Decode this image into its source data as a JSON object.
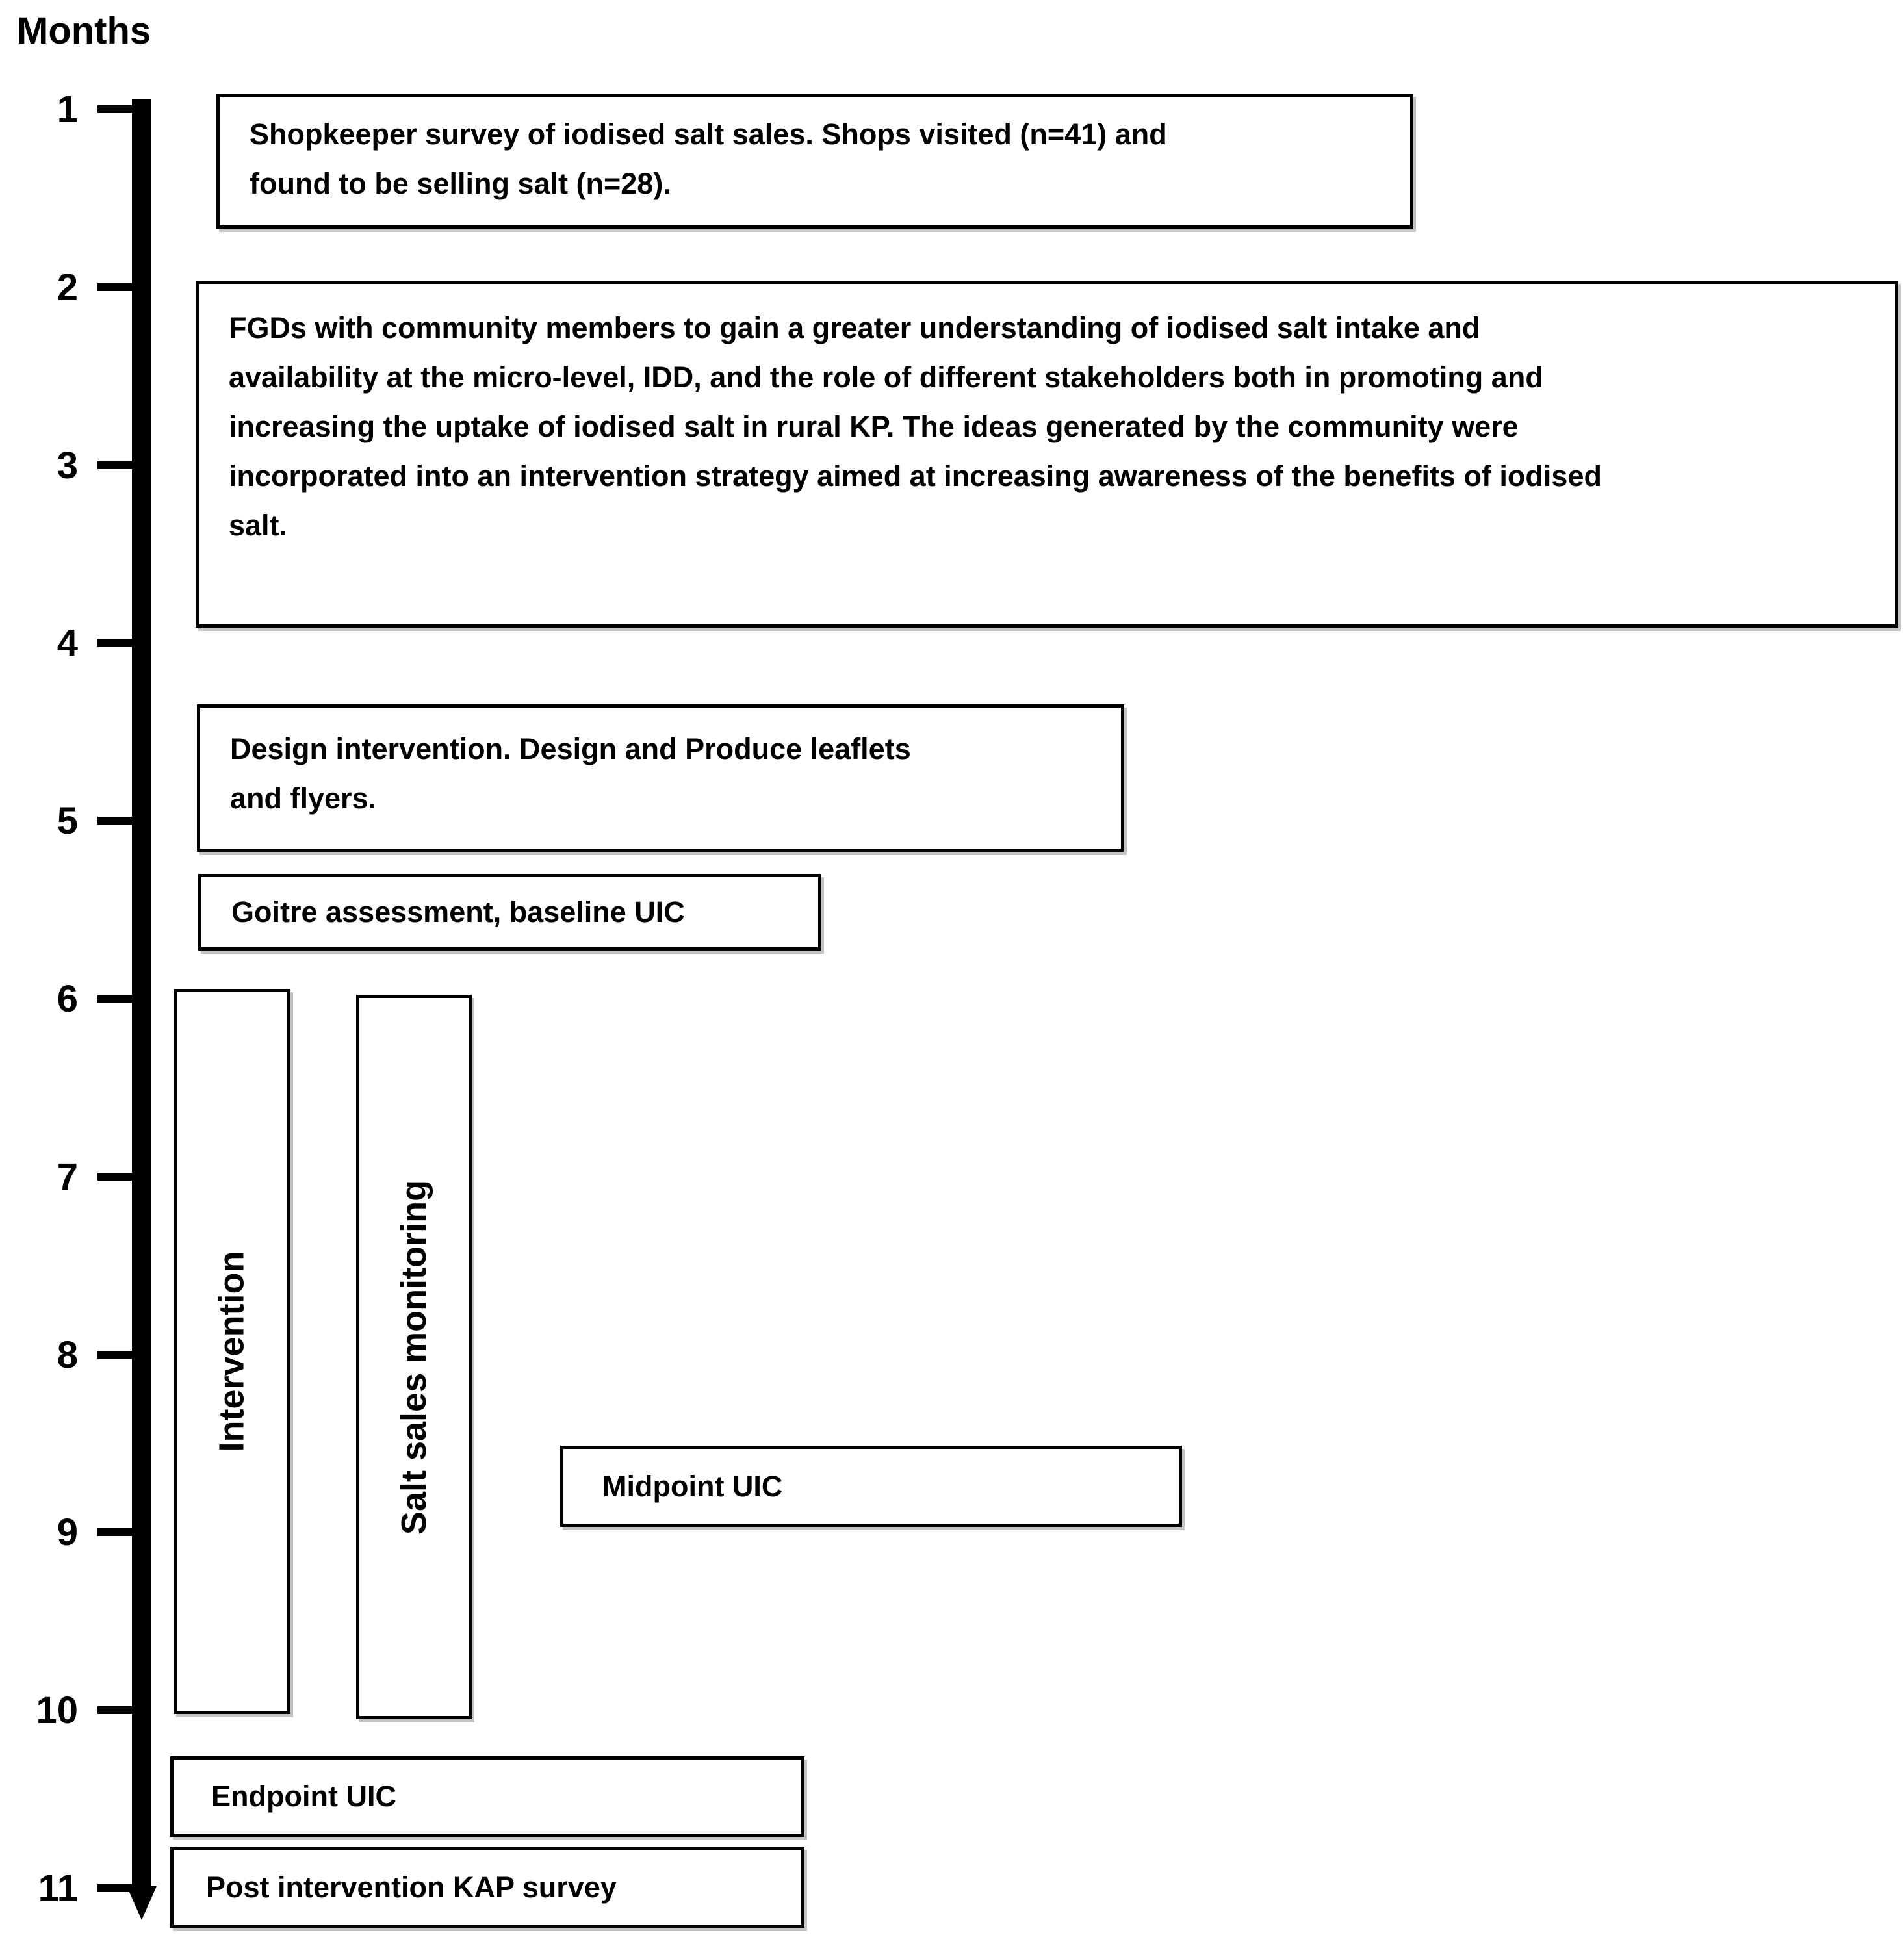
{
  "axis": {
    "title": "Months",
    "ticks": [
      "1",
      "2",
      "3",
      "4",
      "5",
      "6",
      "7",
      "8",
      "9",
      "10",
      "11"
    ]
  },
  "colors": {
    "ink": "#000000",
    "background": "#ffffff"
  },
  "events": {
    "shopkeeper_survey": {
      "text": "Shopkeeper survey of iodised salt sales. Shops visited (n=41) and\nfound to be selling salt (n=28).",
      "month_start": 1,
      "month_end": 1.75
    },
    "fgd": {
      "text": "FGDs with community members to gain a greater understanding of iodised salt intake and\navailability at the micro-level, IDD, and the role of different stakeholders both in promoting and\nincreasing the uptake of iodised salt in rural KP. The ideas generated by the community were\nincorporated into an intervention strategy aimed at increasing awareness of the benefits of iodised\nsalt.",
      "month_start": 2,
      "month_end": 3.95
    },
    "design_intervention": {
      "text": "Design intervention. Design and Produce leaflets\nand flyers.",
      "month_start": 4.4,
      "month_end": 5.2
    },
    "goitre_baseline": {
      "text": "Goitre assessment, baseline UIC",
      "month_start": 5.35,
      "month_end": 5.8
    },
    "intervention": {
      "text": "Intervention",
      "month_start": 6,
      "month_end": 10
    },
    "salt_sales_monitoring": {
      "text": "Salt sales monitoring",
      "month_start": 6,
      "month_end": 10.05
    },
    "midpoint_uic": {
      "text": "Midpoint UIC",
      "month_start": 8.55,
      "month_end": 9
    },
    "endpoint_uic": {
      "text": "Endpoint UIC",
      "month_start": 10.25,
      "month_end": 10.7
    },
    "post_intervention_kap": {
      "text": "Post intervention KAP survey",
      "month_start": 10.75,
      "month_end": 11.2
    }
  }
}
